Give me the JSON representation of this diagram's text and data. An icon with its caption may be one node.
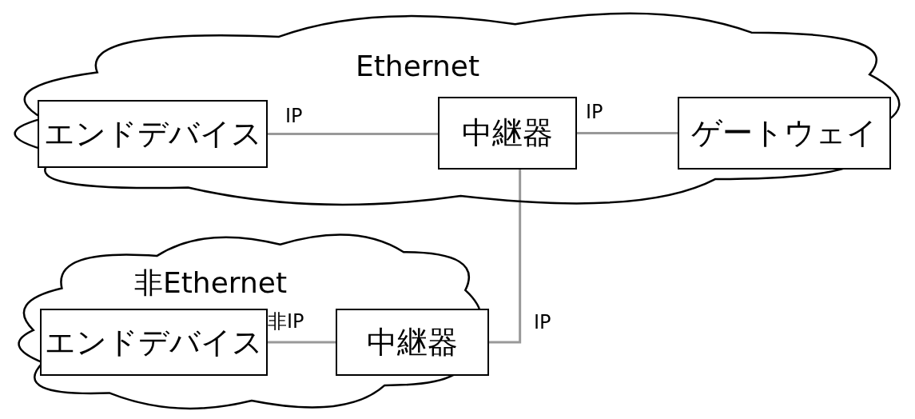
{
  "diagram": {
    "nodes": [
      {
        "text": [
          "Ethernet"
        ]
      },
      {
        "text": [
          "エンドデバイス"
        ],
        "in": 0
      },
      {
        "text": [
          "中継器"
        ],
        "in": 0
      },
      {
        "text": [
          "ゲートウェイ"
        ],
        "in": 0
      },
      {
        "text": [
          "非Ethernet"
        ]
      },
      {
        "text": [
          "エンドデバイス"
        ],
        "in": 4
      },
      {
        "text": [
          "中継器"
        ],
        "in": 4
      }
    ],
    "edges": [
      {
        "from": 1,
        "to": 2,
        "arrow": "none",
        "label": "IP"
      },
      {
        "from": 2,
        "to": 3,
        "arrow": "none",
        "label": "IP"
      },
      {
        "from": 5,
        "to": 6,
        "arrow": "none",
        "label": "非IP"
      },
      {
        "from": 6,
        "to": 2,
        "arrow": "none",
        "label": "IP"
      }
    ]
  }
}
